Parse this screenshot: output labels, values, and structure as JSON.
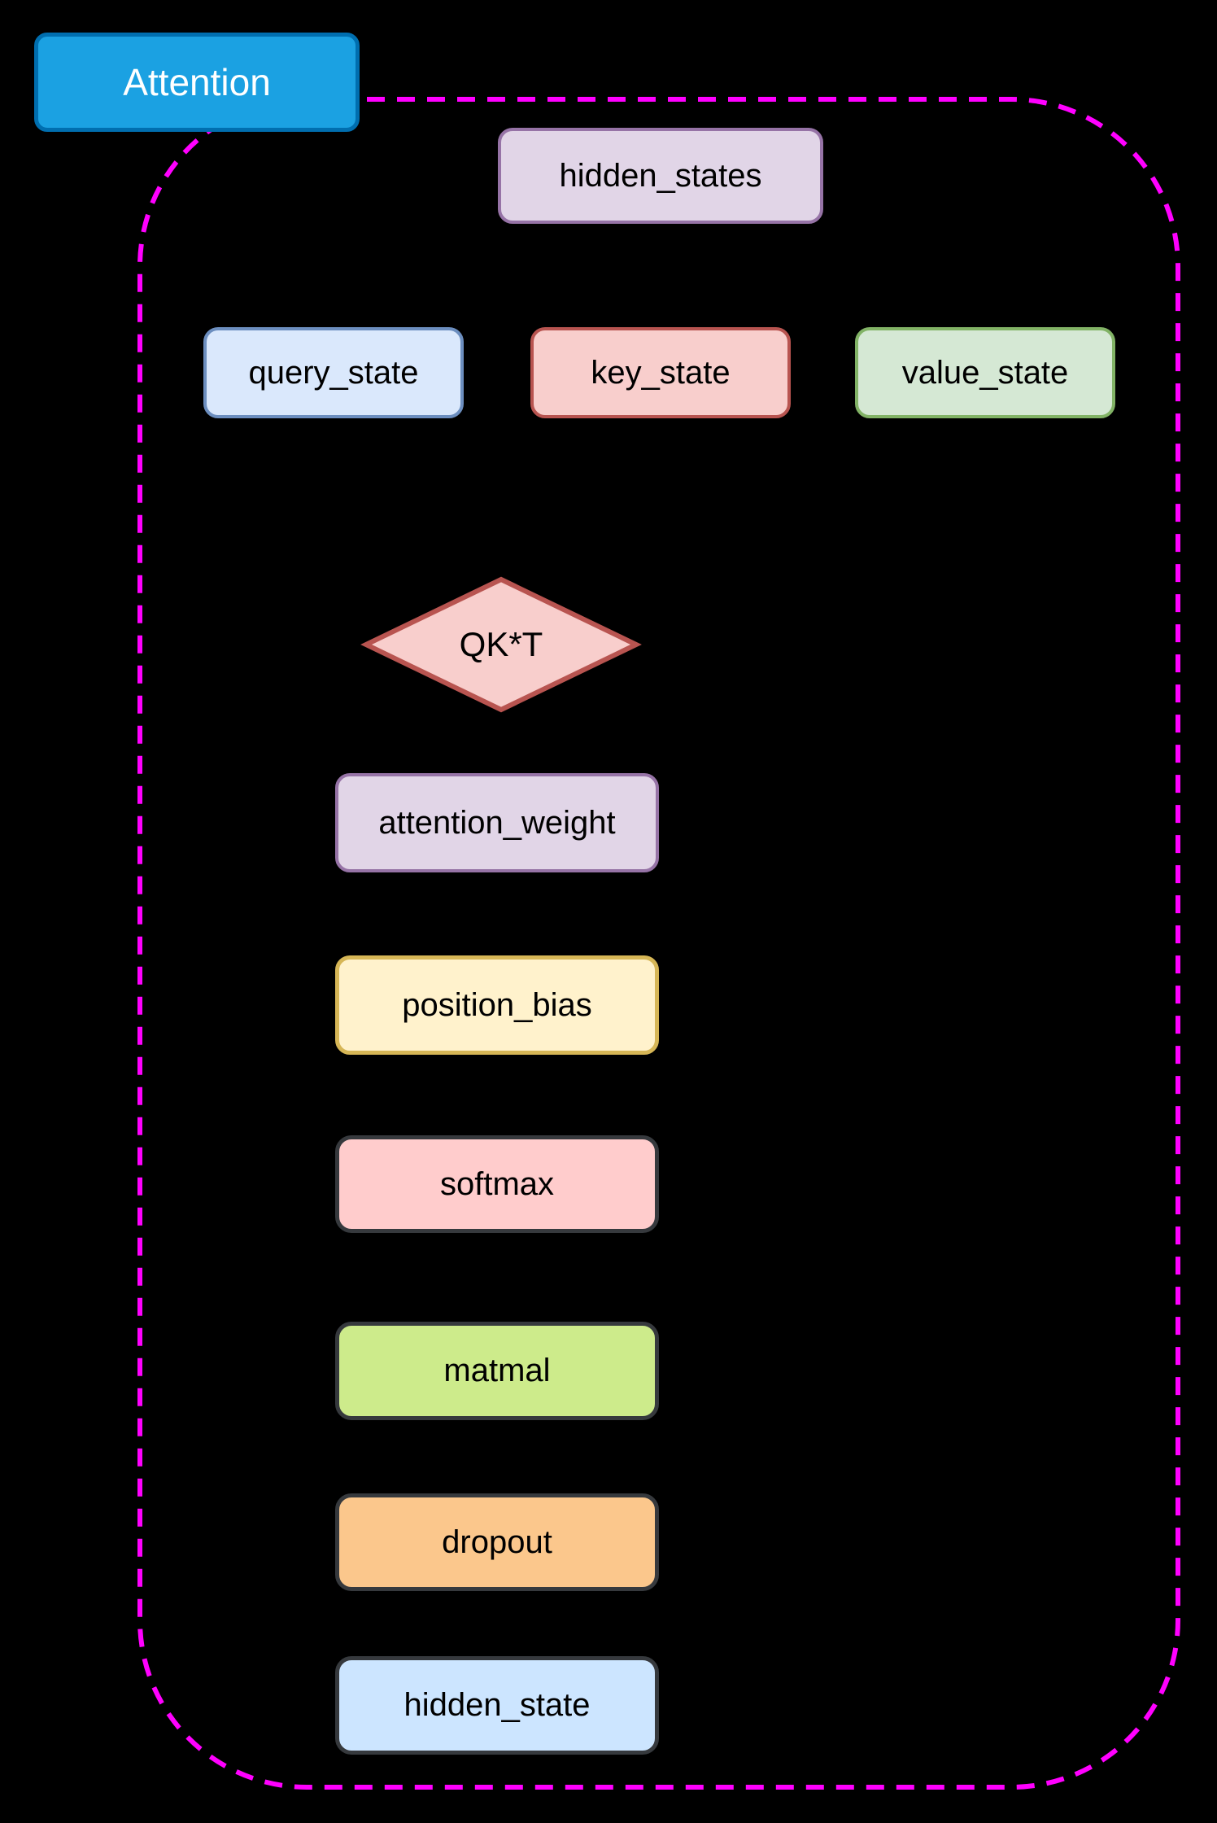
{
  "diagram": {
    "title": {
      "label": "Attention"
    },
    "nodes": {
      "hidden_states": {
        "label": "hidden_states"
      },
      "query_state": {
        "label": "query_state"
      },
      "key_state": {
        "label": "key_state"
      },
      "value_state": {
        "label": "value_state"
      },
      "qkt": {
        "label": "QK*T"
      },
      "attention_weight": {
        "label": "attention_weight"
      },
      "position_bias": {
        "label": "position_bias"
      },
      "softmax": {
        "label": "softmax"
      },
      "matmal": {
        "label": "matmal"
      },
      "dropout": {
        "label": "dropout"
      },
      "hidden_state": {
        "label": "hidden_state"
      }
    }
  },
  "colors": {
    "background": "#000000",
    "container_dash": "#FF00FF",
    "title_fill": "#1BA1E2",
    "title_stroke": "#006EAF",
    "title_text": "#FFFFFF",
    "purple_fill": "#E1D5E7",
    "purple_stroke": "#9673A6",
    "blue_fill": "#DAE8FC",
    "blue_stroke": "#6C8EBF",
    "red_fill": "#F8CECC",
    "red_stroke": "#B85450",
    "green_fill": "#D5E8D4",
    "green_stroke": "#82B366",
    "yellow_fill": "#FFF2CC",
    "yellow_stroke": "#D6B656",
    "pink_fill": "#FFCCCC",
    "lightgreen_fill": "#CDEB8B",
    "orange_fill": "#FBC78C",
    "lightblue_fill": "#CCE5FF",
    "dark_stroke": "#36393D"
  }
}
